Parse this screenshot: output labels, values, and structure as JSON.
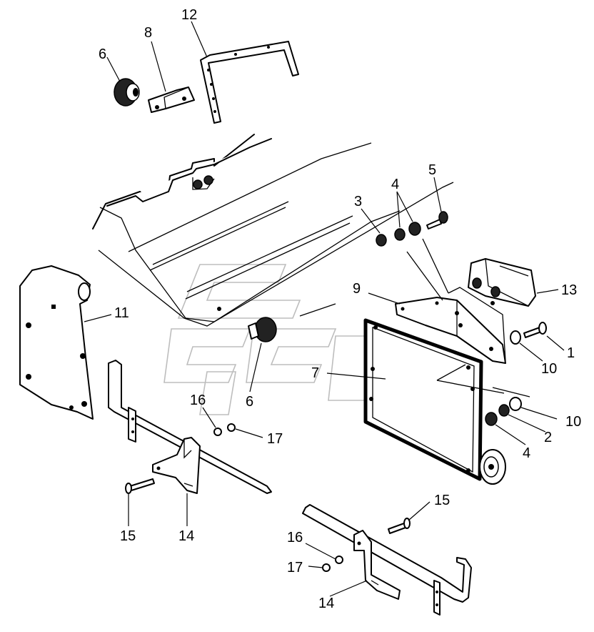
{
  "callouts": {
    "c1": "1",
    "c2": "2",
    "c3": "3",
    "c4a": "4",
    "c4b": "4",
    "c5": "5",
    "c6a": "6",
    "c6b": "6",
    "c7": "7",
    "c8": "8",
    "c9": "9",
    "c10a": "10",
    "c10b": "10",
    "c11": "11",
    "c12": "12",
    "c13": "13",
    "c14a": "14",
    "c14b": "14",
    "c15a": "15",
    "c15b": "15",
    "c16a": "16",
    "c16b": "16",
    "c17a": "17",
    "c17b": "17"
  }
}
